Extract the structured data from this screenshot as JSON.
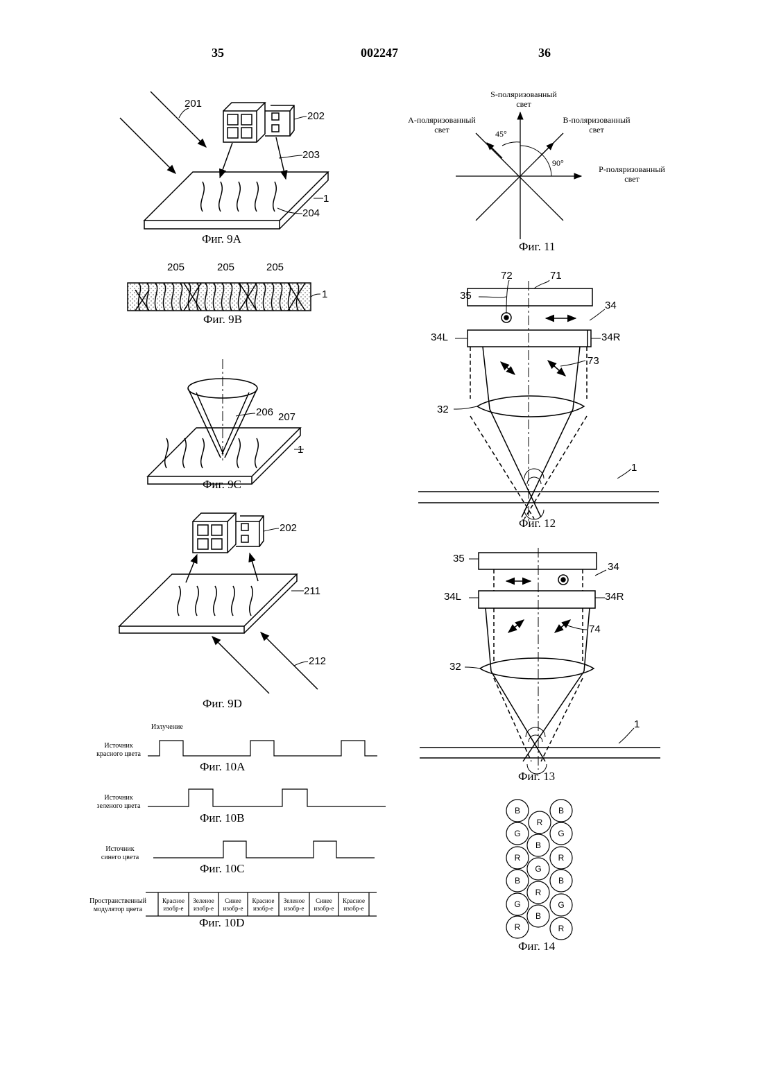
{
  "header": {
    "page_left": "35",
    "doc_number": "002247",
    "page_right": "36"
  },
  "captions": {
    "fig9a": "Фиг. 9А",
    "fig9b": "Фиг. 9В",
    "fig9c": "Фиг. 9С",
    "fig9d": "Фиг. 9D",
    "fig10a": "Фиг. 10А",
    "fig10b": "Фиг. 10В",
    "fig10c": "Фиг. 10С",
    "fig10d": "Фиг. 10D",
    "fig11": "Фиг. 11",
    "fig12": "Фиг. 12",
    "fig13": "Фиг. 13",
    "fig14": "Фиг. 14"
  },
  "refs": {
    "r201": "201",
    "r202": "202",
    "r203": "203",
    "r1": "1",
    "r204": "204",
    "r205": "205",
    "r206": "206",
    "r207": "207",
    "r211": "211",
    "r212": "212",
    "r35": "35",
    "r72": "72",
    "r71": "71",
    "r34": "34",
    "r34L": "34L",
    "r34R": "34R",
    "r73": "73",
    "r32": "32",
    "r74": "74"
  },
  "fig10": {
    "emission": "Излучение",
    "red_source": [
      "Источник",
      "красного цвета"
    ],
    "green_source": [
      "Источник",
      "зеленого цвета"
    ],
    "blue_source": [
      "Источник",
      "синего цвета"
    ],
    "modulator": [
      "Пространственный",
      "модулятор цвета"
    ],
    "cells": [
      [
        "Красное",
        "изобр-е"
      ],
      [
        "Зеленое",
        "изобр-е"
      ],
      [
        "Синее",
        "изобр-е"
      ],
      [
        "Красное",
        "изобр-е"
      ],
      [
        "Зеленое",
        "изобр-е"
      ],
      [
        "Синее",
        "изобр-е"
      ],
      [
        "Красное",
        "изобр-е"
      ]
    ]
  },
  "fig11": {
    "s_pol": [
      "S-поляризованный",
      "свет"
    ],
    "a_pol": [
      "А-поляризованный",
      "свет"
    ],
    "b_pol": [
      "В-поляризованный",
      "свет"
    ],
    "p_pol": [
      "Р-поляризованный",
      "свет"
    ],
    "angle_45": "45°",
    "angle_90": "90°"
  },
  "fig14": {
    "circles": [
      "B",
      "B",
      "R",
      "G",
      "G",
      "B",
      "R",
      "R",
      "G",
      "B",
      "B",
      "R",
      "G",
      "G",
      "B",
      "R",
      "R"
    ]
  }
}
